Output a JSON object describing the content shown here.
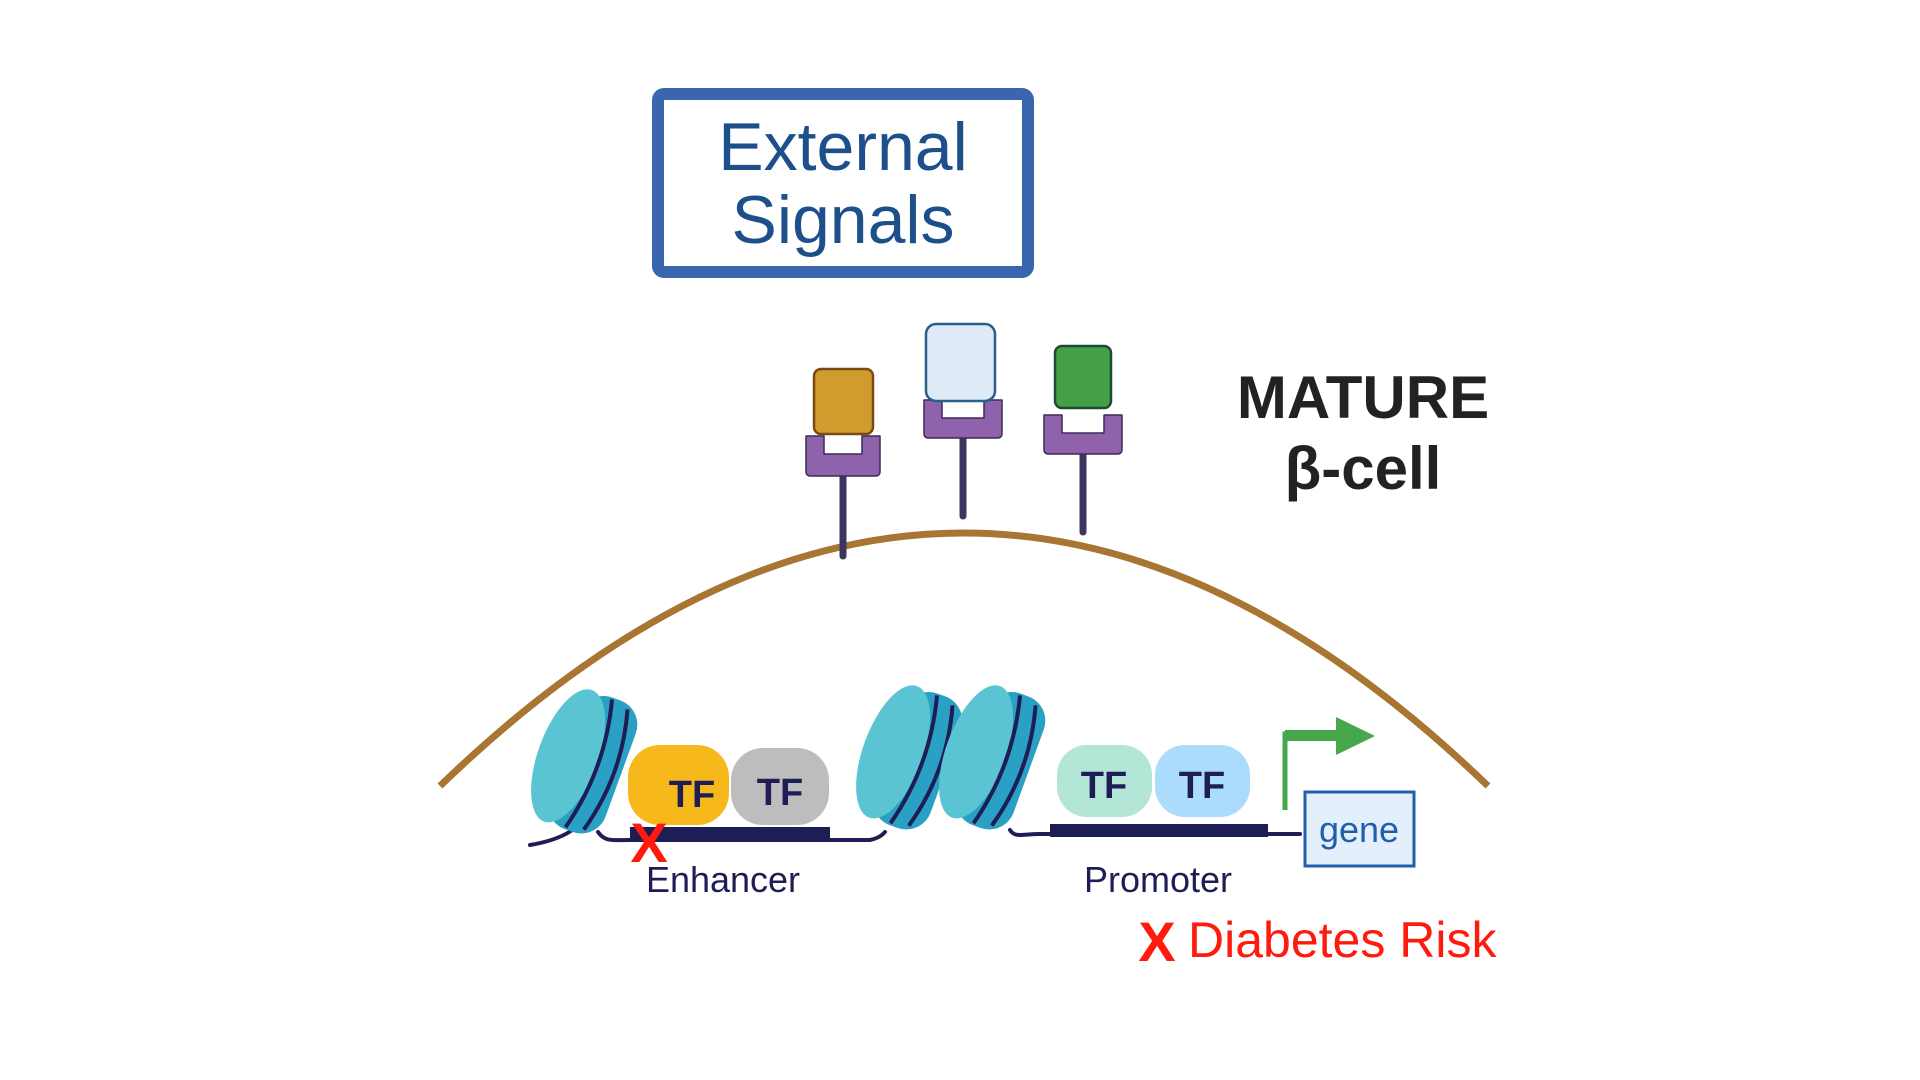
{
  "title_box": {
    "line1": "External",
    "line2": "Signals"
  },
  "cell_label": {
    "line1": "MATURE",
    "line2": "β-cell"
  },
  "receptors": [
    {
      "name": "ligand-orange",
      "fill": "#d19c2e",
      "stroke": "#7a4a12"
    },
    {
      "name": "ligand-light-blue",
      "fill": "#deebf7",
      "stroke": "#2a5f8a"
    },
    {
      "name": "ligand-green",
      "fill": "#43a047",
      "stroke": "#1b4a35"
    }
  ],
  "enhancer": {
    "label": "Enhancer",
    "tfs": [
      {
        "label": "TF",
        "fill": "#f7b81b",
        "disrupted": true
      },
      {
        "label": "TF",
        "fill": "#bdbdbd",
        "disrupted": false
      }
    ],
    "disruption_mark": "X"
  },
  "promoter": {
    "label": "Promoter",
    "tfs": [
      {
        "label": "TF",
        "fill": "#b3e6d7"
      },
      {
        "label": "TF",
        "fill": "#abdcfb"
      }
    ]
  },
  "gene": {
    "label": "gene"
  },
  "risk": {
    "mark": "X",
    "label": "Diabetes Risk"
  },
  "colors": {
    "box_border": "#3a66ad",
    "membrane": "#a87532",
    "receptor": "#8e63ab",
    "stem": "#3d3560",
    "dna": "#1f1d55",
    "nucleosome_face": "#5bc4d3",
    "nucleosome_side": "#2aa0c4",
    "arrow": "#46a84a",
    "risk": "#ff1a0d"
  }
}
